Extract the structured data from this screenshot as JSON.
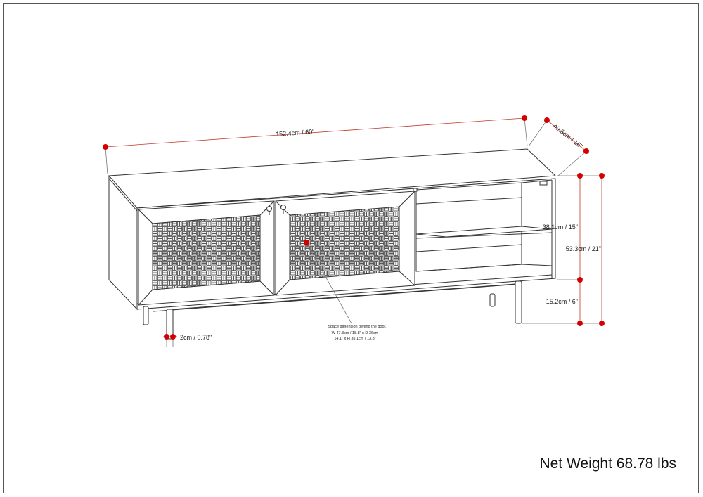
{
  "dimensions": {
    "width": "152.4cm / 60\"",
    "depth": "40.6cm / 16\"",
    "interior_height": "38.1cm / 15\"",
    "total_height": "53.3cm / 21\"",
    "leg_height": "15.2cm / 6\"",
    "leg_diameter": "2cm / 0.78\""
  },
  "interior_note": {
    "line1": "Space dimension behind the door.",
    "line2": "W 47.8cm / 18.8\" x D 36cm",
    "line3": "14.1\" x H 35.1cm / 13.8\""
  },
  "net_weight": "Net Weight 68.78 lbs",
  "colors": {
    "dimension_line": "#c0392b",
    "dimension_dot": "#d40000",
    "furniture_line": "#333333"
  }
}
